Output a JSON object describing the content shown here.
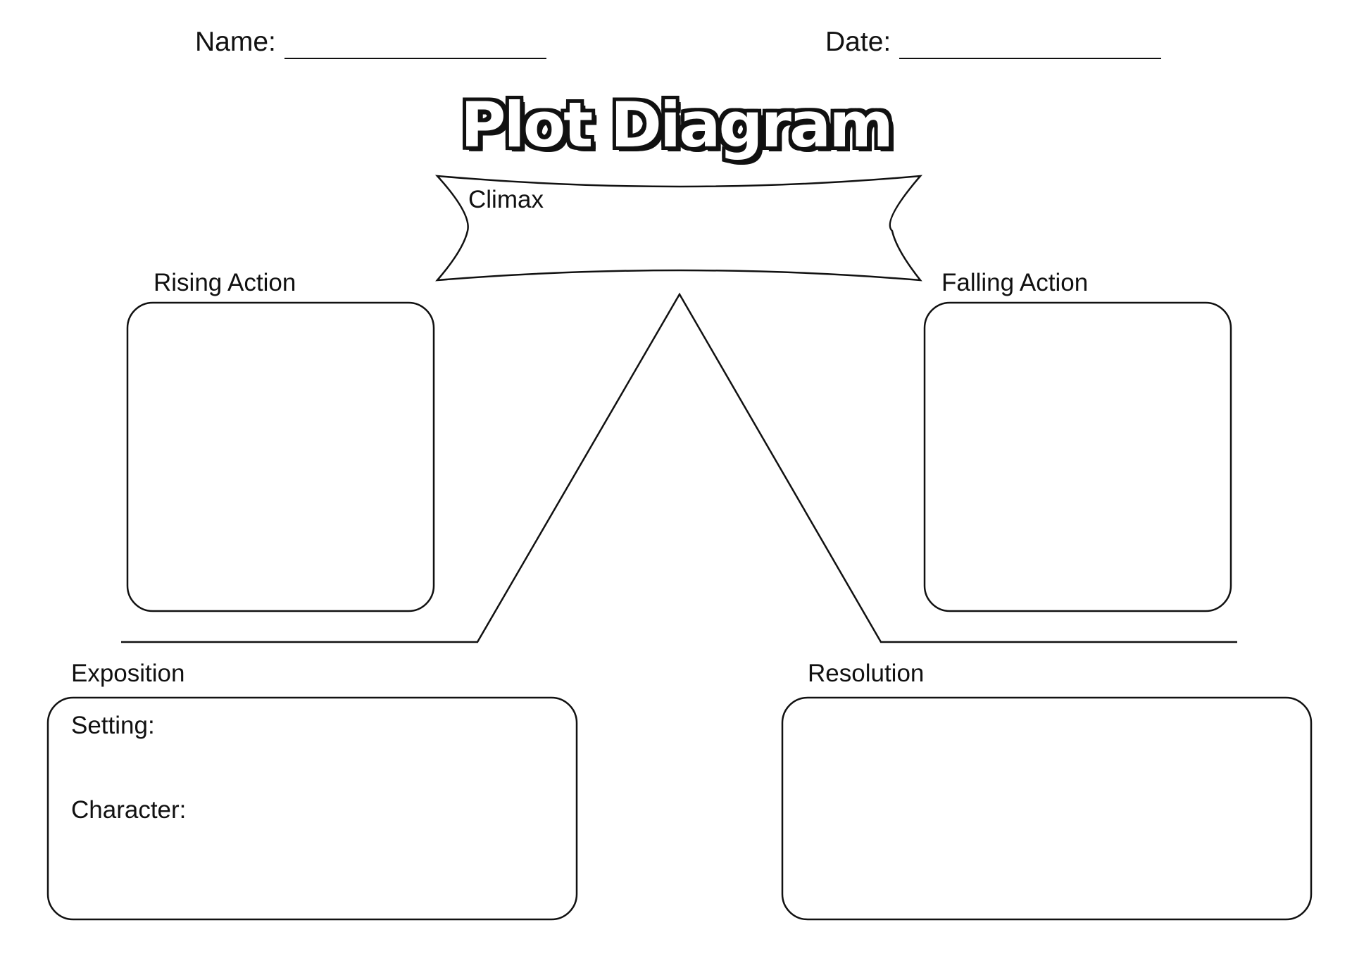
{
  "header": {
    "name_label": "Name:",
    "date_label": "Date:"
  },
  "title": "Plot Diagram",
  "sections": {
    "climax": "Climax",
    "rising_action": "Rising Action",
    "falling_action": "Falling Action",
    "exposition": "Exposition",
    "resolution": "Resolution"
  },
  "exposition_fields": {
    "setting": "Setting:",
    "character": "Character:"
  },
  "colors": {
    "ink": "#111111",
    "paper": "#ffffff"
  }
}
